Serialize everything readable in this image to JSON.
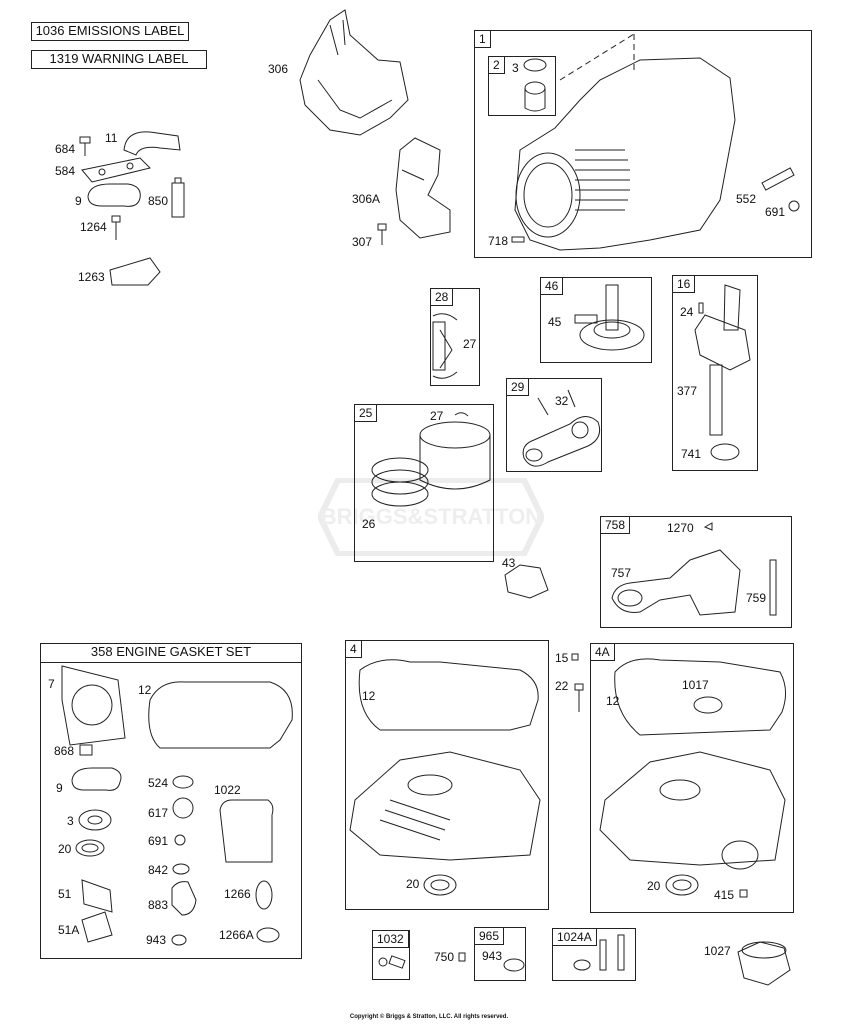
{
  "labels_header": {
    "emissions": "1036 EMISSIONS LABEL",
    "warning": "1319 WARNING LABEL"
  },
  "gasket_set_title": "358 ENGINE GASKET SET",
  "watermark": "BRIGGS&STRATTON",
  "footer": "Copyright © Briggs & Stratton, LLC. All rights reserved.",
  "callouts": {
    "p306": "306",
    "p306a": "306A",
    "p307": "307",
    "p684": "684",
    "p11": "11",
    "p584": "584",
    "p9a": "9",
    "p850": "850",
    "p1264": "1264",
    "p1263": "1263",
    "b1": "1",
    "b2": "2",
    "p3a": "3",
    "p552": "552",
    "p691a": "691",
    "p718": "718",
    "b28": "28",
    "p27a": "27",
    "b46": "46",
    "p45": "45",
    "b16": "16",
    "p24": "24",
    "p377": "377",
    "p741": "741",
    "b29": "29",
    "p32": "32",
    "b25": "25",
    "p27b": "27",
    "p26": "26",
    "b758": "758",
    "p1270": "1270",
    "p757": "757",
    "p759": "759",
    "p43": "43",
    "p7": "7",
    "p12a": "12",
    "p868": "868",
    "p9b": "9",
    "p524": "524",
    "p1022": "1022",
    "p617": "617",
    "p3b": "3",
    "p691b": "691",
    "p20a": "20",
    "p842": "842",
    "p51": "51",
    "p883": "883",
    "p1266": "1266",
    "p51a": "51A",
    "p943a": "943",
    "p1266a": "1266A",
    "b4": "4",
    "p12b": "12",
    "p20b": "20",
    "p15": "15",
    "p22": "22",
    "b4a": "4A",
    "p1017": "1017",
    "p12c": "12",
    "p20c": "20",
    "p415": "415",
    "b1032": "1032",
    "p750": "750",
    "b965": "965",
    "p943b": "943",
    "b1024a": "1024A",
    "p1027": "1027"
  }
}
